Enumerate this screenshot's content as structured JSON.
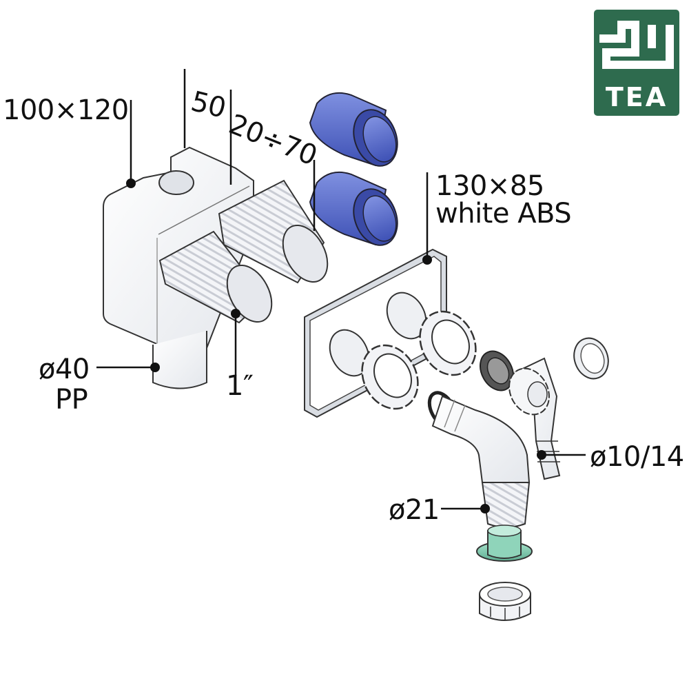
{
  "brand": {
    "logo_text": "TEA",
    "logo_color": "#2e6b4e"
  },
  "dimensions": {
    "box_size": "100×120",
    "depth": "50",
    "adjust": "20÷70",
    "plate_size": "130×85",
    "plate_material": "white ABS",
    "drain_diameter": "ø40",
    "drain_material": "PP",
    "thread": "1″",
    "hose_tail": "ø10/14",
    "elbow": "ø21"
  },
  "colors": {
    "cap_blue": "#4f62c2",
    "seal_green": "#7fcfb2",
    "line": "#111111"
  }
}
